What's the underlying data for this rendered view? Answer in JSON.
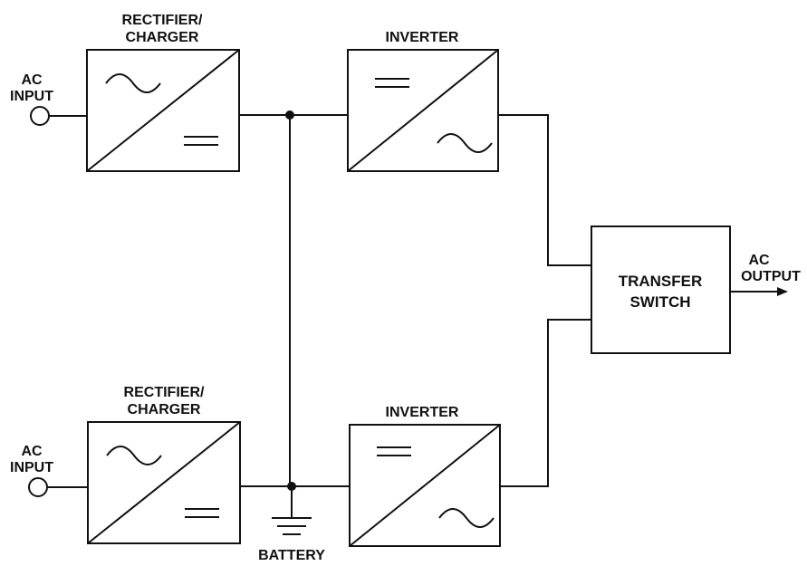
{
  "diagram": {
    "rect1": {
      "label_line1": "RECTIFIER/",
      "label_line2": "CHARGER"
    },
    "inv1": {
      "label": "INVERTER"
    },
    "rect2": {
      "label_line1": "RECTIFIER/",
      "label_line2": "CHARGER"
    },
    "inv2": {
      "label": "INVERTER"
    },
    "ac_input_top": {
      "line1": "AC",
      "line2": "INPUT"
    },
    "ac_input_bottom": {
      "line1": "AC",
      "line2": "INPUT"
    },
    "transfer_switch": {
      "line1": "TRANSFER",
      "line2": "SWITCH"
    },
    "ac_output": {
      "line1": "AC",
      "line2": "OUTPUT"
    },
    "battery": {
      "label": "BATTERY"
    }
  }
}
